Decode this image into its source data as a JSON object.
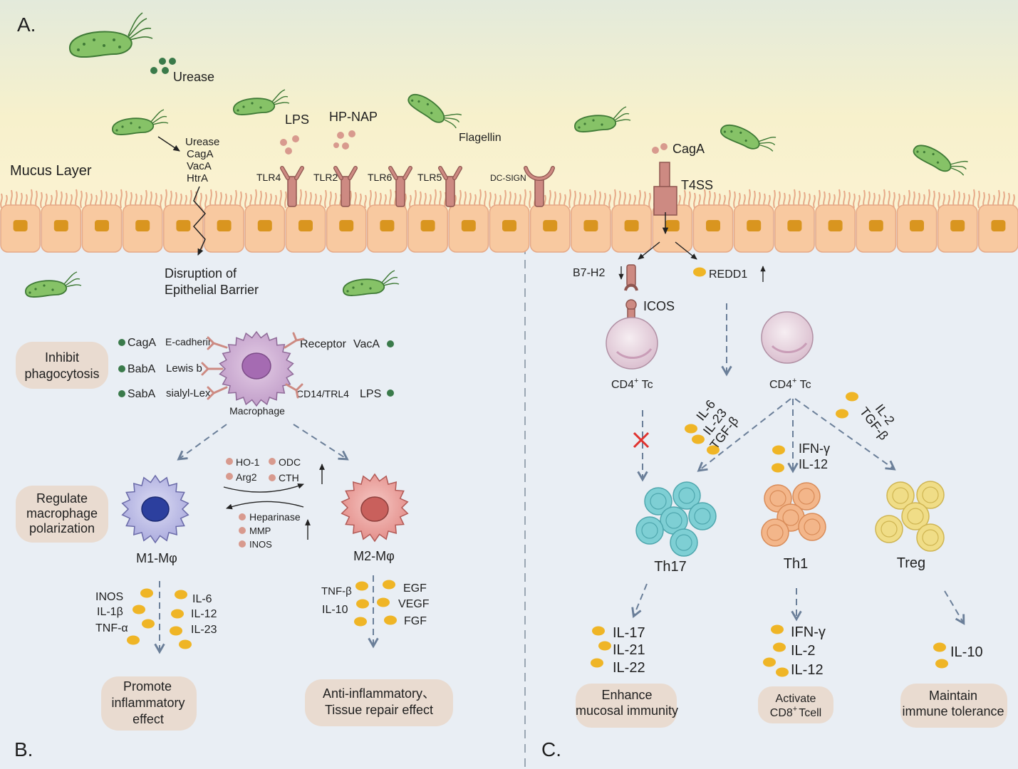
{
  "panels": {
    "a": "A.",
    "b": "B.",
    "c": "C."
  },
  "top": {
    "mucus": "Mucus Layer",
    "urease": "Urease",
    "virulence": [
      "Urease",
      "CagA",
      "VacA",
      "HtrA"
    ],
    "lps": "LPS",
    "hpnap": "HP-NAP",
    "flagellin": "Flagellin",
    "receptors": [
      "TLR4",
      "TLR2",
      "TLR6",
      "TLR5",
      "DC-SIGN"
    ],
    "caga": "CagA",
    "t4ss": "T4SS",
    "disruption": [
      "Disruption of",
      "Epithelial Barrier"
    ]
  },
  "macrophage": {
    "inhibit": [
      "Inhibit",
      "phagocytosis"
    ],
    "left_factors": [
      "CagA",
      "BabA",
      "SabA"
    ],
    "left_targets": [
      "E-cadherin",
      "Lewis b",
      "sialyl-Lex"
    ],
    "right_targets": [
      "Receptor",
      "CD14/TRL4"
    ],
    "right_factors": [
      "VacA",
      "LPS"
    ],
    "label": "Macrophage",
    "regulate": [
      "Regulate",
      "macrophage",
      "polarization"
    ],
    "m1": "M1-Mφ",
    "m2": "M2-Mφ",
    "up_enzymes": [
      "HO-1",
      "ODC",
      "Arg2",
      "CTH"
    ],
    "down_enzymes": [
      "Heparinase",
      "MMP",
      "INOS"
    ],
    "m1_left": [
      "INOS",
      "IL-1β",
      "TNF-α"
    ],
    "m1_right": [
      "IL-6",
      "IL-12",
      "IL-23"
    ],
    "m2_left": [
      "TNF-β",
      "IL-10"
    ],
    "m2_right": [
      "EGF",
      "VEGF",
      "FGF"
    ],
    "promote": [
      "Promote",
      "inflammatory",
      "effect"
    ],
    "anti": [
      "Anti-inflammatory、",
      "Tissue repair effect"
    ]
  },
  "tcell": {
    "b7": "B7-H2",
    "redd": "REDD1",
    "icos": "ICOS",
    "cd4": "CD4",
    "cd4_sup": "+",
    "cd4_tail": " Tc",
    "th17_cyt": [
      "IL-6",
      "IL-23",
      "TGF-β"
    ],
    "th1_cyt": [
      "IFN-γ",
      "IL-12"
    ],
    "treg_cyt": [
      "TGF-β",
      "IL-2"
    ],
    "th17": "Th17",
    "th1": "Th1",
    "treg": "Treg",
    "th17_out": [
      "IL-17",
      "IL-21",
      "IL-22"
    ],
    "th1_out": [
      "IFN-γ",
      "IL-2",
      "IL-12"
    ],
    "treg_out": [
      "IL-10"
    ],
    "enhance": [
      "Enhance",
      "mucosal immunity"
    ],
    "activate": [
      "Activate",
      "CD8",
      "+",
      "Tcell"
    ],
    "maintain": [
      "Maintain",
      "immune tolerance"
    ]
  },
  "colors": {
    "bacteria": "#7cbd5d",
    "epithelium": "#f8c9a0",
    "nucleus": "#d9951f",
    "receptor": "#cd8a82",
    "dot_green": "#3a7a4a",
    "dot_pink": "#d89a8e",
    "cytokine": "#efb526",
    "arrow": "#6b7f99",
    "inhibit_x": "#e0332f",
    "th17": "#7ecfd4",
    "th1": "#f3b68a",
    "treg": "#f0dd87"
  }
}
